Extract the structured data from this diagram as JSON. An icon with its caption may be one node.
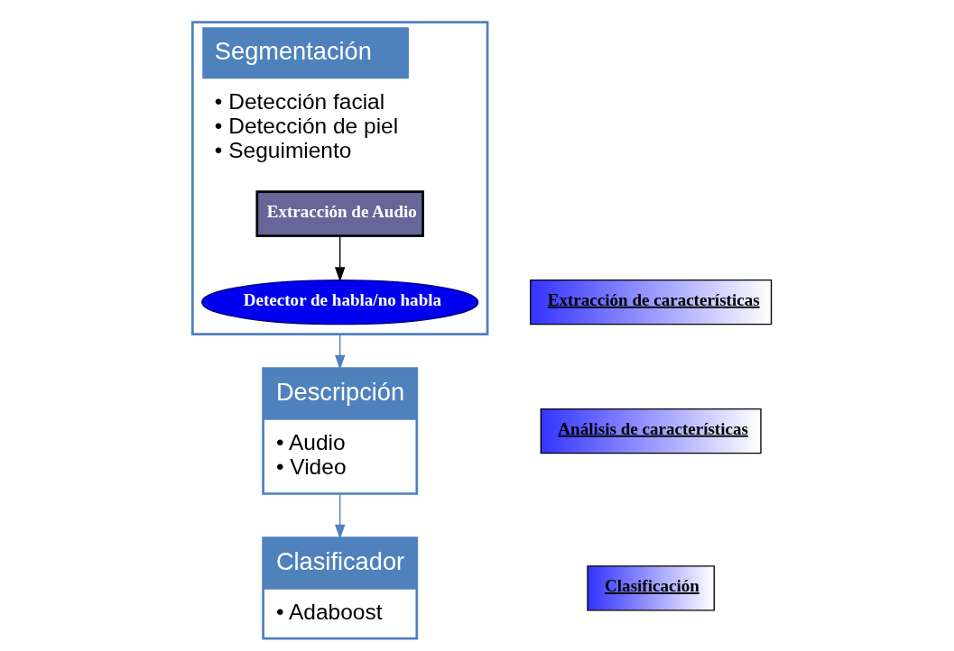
{
  "diagram": {
    "nodes": [
      {
        "text": [
          "Segmentación",
          "• Detección facial",
          "• Detección de piel",
          "• Seguimiento"
        ]
      },
      {
        "text": [
          "Extracción de Audio"
        ],
        "in": 0
      },
      {
        "text": [
          "Detector de habla/no habla"
        ],
        "in": 0
      },
      {
        "text": [
          "Descripción",
          "• Audio",
          "• Video"
        ]
      },
      {
        "text": [
          "Clasificador",
          "• Adaboost"
        ]
      },
      {
        "text": [
          "Extracción de características"
        ]
      },
      {
        "text": [
          "Análisis de características"
        ]
      },
      {
        "text": [
          "Clasificación"
        ]
      }
    ],
    "edges": [
      {
        "from": 1,
        "to": 2,
        "arrow": "to",
        "color": "#000000"
      },
      {
        "from": 0,
        "to": 3,
        "arrow": "to",
        "color": "#4f81bd"
      },
      {
        "from": 3,
        "to": 4,
        "arrow": "to",
        "color": "#4f81bd"
      }
    ]
  }
}
